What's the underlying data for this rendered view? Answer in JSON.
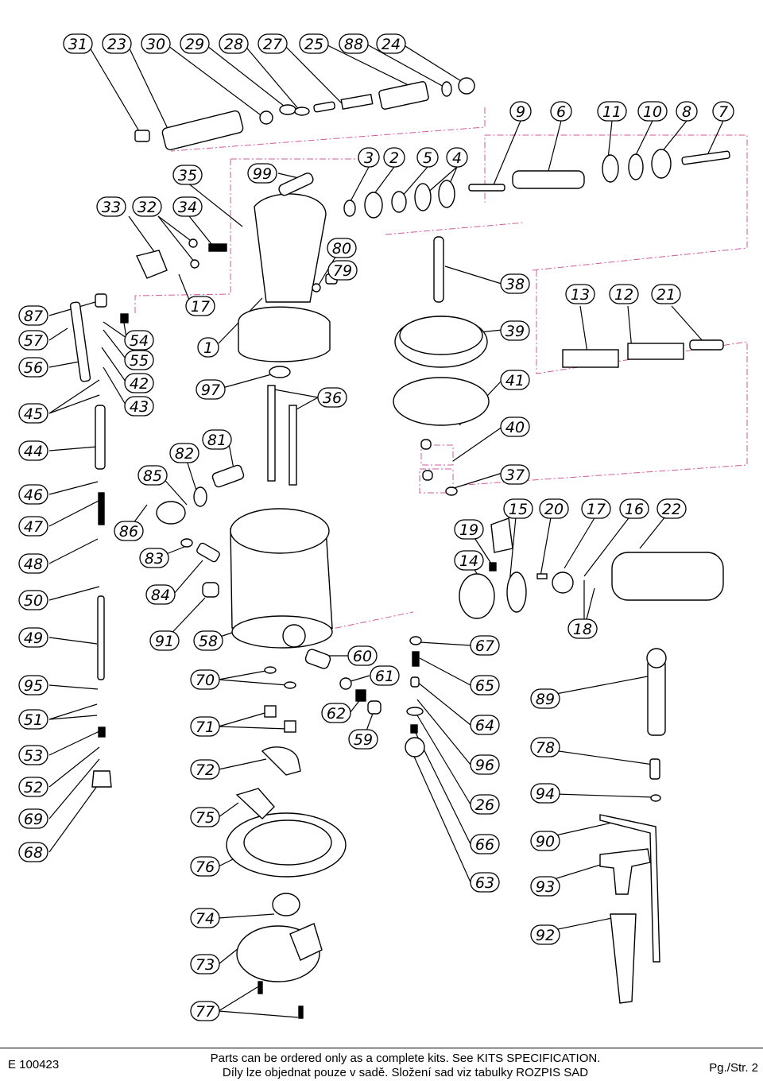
{
  "footer": {
    "document_id": "E 100423",
    "note_en": "Parts can be ordered only as a complete kits. See KITS SPECIFICATION.",
    "note_cz": "Díly lze objednat pouze v sadě. Složení sad viz tabulky ROZPIS SAD",
    "page": "Pg./Str. 2"
  },
  "part_labels": [
    {
      "id": "31",
      "text": "31"
    },
    {
      "id": "23",
      "text": "23"
    },
    {
      "id": "30",
      "text": "30"
    },
    {
      "id": "29",
      "text": "29"
    },
    {
      "id": "28",
      "text": "28"
    },
    {
      "id": "27",
      "text": "27"
    },
    {
      "id": "25",
      "text": "25"
    },
    {
      "id": "88",
      "text": "88"
    },
    {
      "id": "24",
      "text": "24"
    },
    {
      "id": "9",
      "text": "9"
    },
    {
      "id": "6",
      "text": "6"
    },
    {
      "id": "11",
      "text": "11"
    },
    {
      "id": "10",
      "text": "10"
    },
    {
      "id": "8",
      "text": "8"
    },
    {
      "id": "7",
      "text": "7"
    },
    {
      "id": "35",
      "text": "35"
    },
    {
      "id": "99",
      "text": "99"
    },
    {
      "id": "3",
      "text": "3"
    },
    {
      "id": "2",
      "text": "2"
    },
    {
      "id": "5",
      "text": "5"
    },
    {
      "id": "4",
      "text": "4"
    },
    {
      "id": "33",
      "text": "33"
    },
    {
      "id": "32",
      "text": "32"
    },
    {
      "id": "34",
      "text": "34"
    },
    {
      "id": "80",
      "text": "80"
    },
    {
      "id": "79",
      "text": "79"
    },
    {
      "id": "38",
      "text": "38"
    },
    {
      "id": "13",
      "text": "13"
    },
    {
      "id": "12",
      "text": "12"
    },
    {
      "id": "21",
      "text": "21"
    },
    {
      "id": "87",
      "text": "87"
    },
    {
      "id": "17a",
      "text": "17"
    },
    {
      "id": "57",
      "text": "57"
    },
    {
      "id": "54",
      "text": "54"
    },
    {
      "id": "1",
      "text": "1"
    },
    {
      "id": "39",
      "text": "39"
    },
    {
      "id": "56",
      "text": "56"
    },
    {
      "id": "55",
      "text": "55"
    },
    {
      "id": "42",
      "text": "42"
    },
    {
      "id": "41",
      "text": "41"
    },
    {
      "id": "97",
      "text": "97"
    },
    {
      "id": "36",
      "text": "36"
    },
    {
      "id": "45",
      "text": "45"
    },
    {
      "id": "43",
      "text": "43"
    },
    {
      "id": "40",
      "text": "40"
    },
    {
      "id": "81",
      "text": "81"
    },
    {
      "id": "44",
      "text": "44"
    },
    {
      "id": "82",
      "text": "82"
    },
    {
      "id": "85",
      "text": "85"
    },
    {
      "id": "37",
      "text": "37"
    },
    {
      "id": "46",
      "text": "46"
    },
    {
      "id": "15",
      "text": "15"
    },
    {
      "id": "20",
      "text": "20"
    },
    {
      "id": "17b",
      "text": "17"
    },
    {
      "id": "16",
      "text": "16"
    },
    {
      "id": "22",
      "text": "22"
    },
    {
      "id": "47",
      "text": "47"
    },
    {
      "id": "86",
      "text": "86"
    },
    {
      "id": "19",
      "text": "19"
    },
    {
      "id": "83",
      "text": "83"
    },
    {
      "id": "48",
      "text": "48"
    },
    {
      "id": "14",
      "text": "14"
    },
    {
      "id": "84",
      "text": "84"
    },
    {
      "id": "50",
      "text": "50"
    },
    {
      "id": "18",
      "text": "18"
    },
    {
      "id": "49",
      "text": "49"
    },
    {
      "id": "91",
      "text": "91"
    },
    {
      "id": "58",
      "text": "58"
    },
    {
      "id": "67",
      "text": "67"
    },
    {
      "id": "60",
      "text": "60"
    },
    {
      "id": "95",
      "text": "95"
    },
    {
      "id": "70",
      "text": "70"
    },
    {
      "id": "61",
      "text": "61"
    },
    {
      "id": "65",
      "text": "65"
    },
    {
      "id": "89",
      "text": "89"
    },
    {
      "id": "51",
      "text": "51"
    },
    {
      "id": "62",
      "text": "62"
    },
    {
      "id": "71",
      "text": "71"
    },
    {
      "id": "64",
      "text": "64"
    },
    {
      "id": "59",
      "text": "59"
    },
    {
      "id": "53",
      "text": "53"
    },
    {
      "id": "78",
      "text": "78"
    },
    {
      "id": "72",
      "text": "72"
    },
    {
      "id": "96",
      "text": "96"
    },
    {
      "id": "52",
      "text": "52"
    },
    {
      "id": "94",
      "text": "94"
    },
    {
      "id": "69",
      "text": "69"
    },
    {
      "id": "75",
      "text": "75"
    },
    {
      "id": "26",
      "text": "26"
    },
    {
      "id": "68",
      "text": "68"
    },
    {
      "id": "90",
      "text": "90"
    },
    {
      "id": "76",
      "text": "76"
    },
    {
      "id": "66",
      "text": "66"
    },
    {
      "id": "63",
      "text": "63"
    },
    {
      "id": "93",
      "text": "93"
    },
    {
      "id": "74",
      "text": "74"
    },
    {
      "id": "92",
      "text": "92"
    },
    {
      "id": "73",
      "text": "73"
    },
    {
      "id": "77",
      "text": "77"
    }
  ]
}
